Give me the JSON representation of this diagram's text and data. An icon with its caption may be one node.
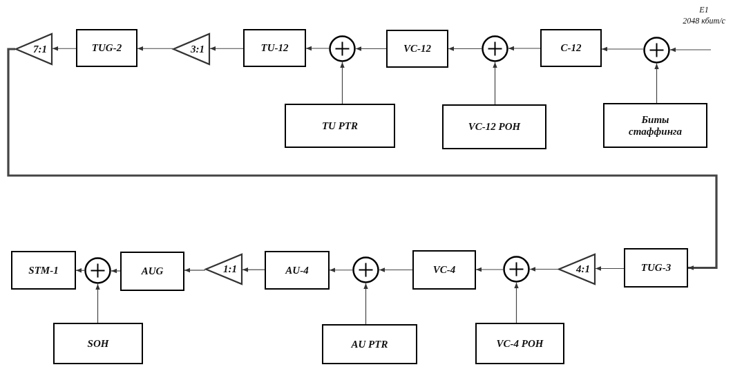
{
  "diagram": {
    "nodes": [
      {
        "text": [
          "7:1"
        ]
      },
      {
        "text": [
          "TUG-2"
        ]
      },
      {
        "text": [
          "3:1"
        ]
      },
      {
        "text": [
          "TU-12"
        ]
      },
      {
        "text": [],
        "shape": "circle"
      },
      {
        "text": [
          "VC-12"
        ]
      },
      {
        "text": [],
        "shape": "circle"
      },
      {
        "text": [
          "C-12"
        ]
      },
      {
        "text": [],
        "shape": "circle"
      },
      {
        "text": [
          "TU PTR"
        ]
      },
      {
        "text": [
          "VC-12 POH"
        ]
      },
      {
        "text": [
          "Биты стаффинга"
        ]
      },
      {
        "text": [
          "STM-1"
        ]
      },
      {
        "text": [],
        "shape": "circle"
      },
      {
        "text": [
          "AUG"
        ]
      },
      {
        "text": [
          "1:1"
        ]
      },
      {
        "text": [
          "AU-4"
        ]
      },
      {
        "text": [],
        "shape": "circle"
      },
      {
        "text": [
          "VC-4"
        ]
      },
      {
        "text": [],
        "shape": "circle"
      },
      {
        "text": [
          "4:1"
        ]
      },
      {
        "text": [
          "TUG-3"
        ]
      },
      {
        "text": [
          "SOH"
        ]
      },
      {
        "text": [
          "AU PTR"
        ]
      },
      {
        "text": [
          "VC-4 POH"
        ]
      }
    ],
    "edges": [
      {
        "from": null,
        "to": 8,
        "arrow": "to"
      },
      {
        "from": 8,
        "to": 7,
        "arrow": "to"
      },
      {
        "from": 7,
        "to": 6,
        "arrow": "to"
      },
      {
        "from": 6,
        "to": 5,
        "arrow": "to"
      },
      {
        "from": 5,
        "to": 4,
        "arrow": "to"
      },
      {
        "from": 4,
        "to": 3,
        "arrow": "to"
      },
      {
        "from": 3,
        "to": 2,
        "arrow": "to"
      },
      {
        "from": 2,
        "to": 1,
        "arrow": "to"
      },
      {
        "from": 1,
        "to": 0,
        "arrow": "to"
      },
      {
        "from": 0,
        "to": 21,
        "arrow": "to",
        "style": "thick"
      },
      {
        "from": 9,
        "to": 4,
        "arrow": "to"
      },
      {
        "from": 10,
        "to": 6,
        "arrow": "to"
      },
      {
        "from": 11,
        "to": 8,
        "arrow": "to"
      },
      {
        "from": 21,
        "to": 20,
        "arrow": "to"
      },
      {
        "from": 20,
        "to": 19,
        "arrow": "to"
      },
      {
        "from": 19,
        "to": 18,
        "arrow": "to"
      },
      {
        "from": 18,
        "to": 17,
        "arrow": "to"
      },
      {
        "from": 17,
        "to": 16,
        "arrow": "to"
      },
      {
        "from": 16,
        "to": 15,
        "arrow": "to"
      },
      {
        "from": 15,
        "to": 14,
        "arrow": "to"
      },
      {
        "from": 14,
        "to": 13,
        "arrow": "to"
      },
      {
        "from": 13,
        "to": 12,
        "arrow": "to"
      },
      {
        "from": 24,
        "to": 19,
        "arrow": "to"
      },
      {
        "from": 23,
        "to": 17,
        "arrow": "to"
      },
      {
        "from": 22,
        "to": 13,
        "arrow": "to"
      }
    ],
    "labels": [
      "E1",
      "2048 кбит/с"
    ]
  }
}
